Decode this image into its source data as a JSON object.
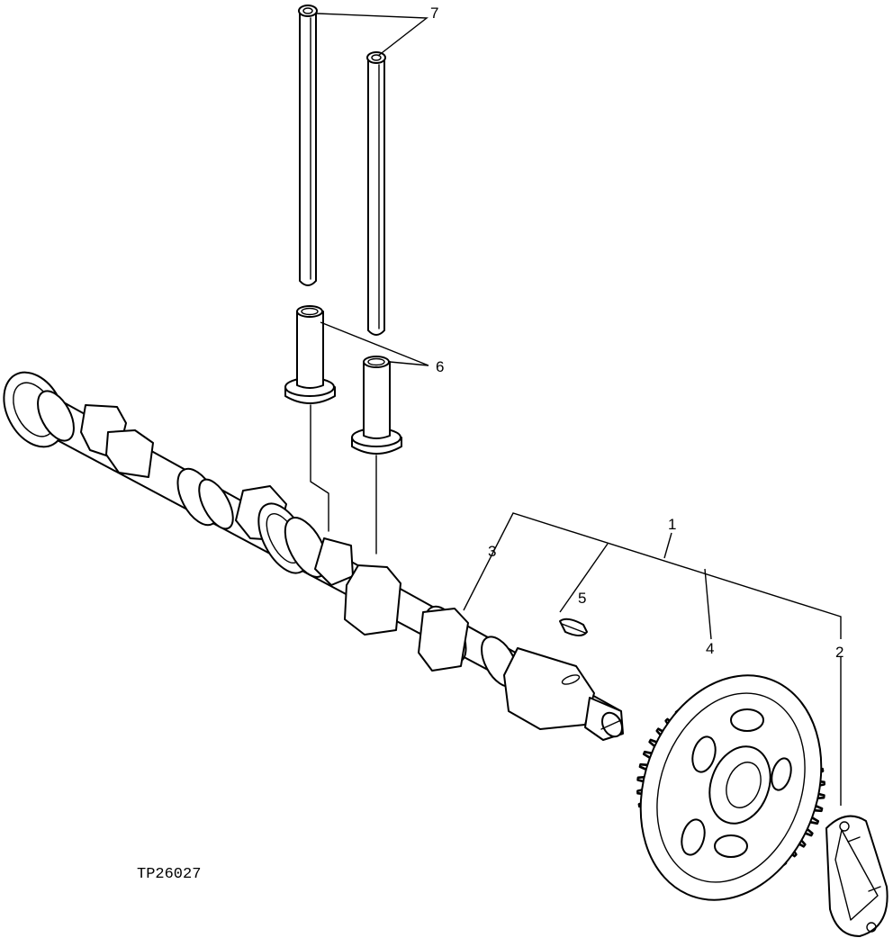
{
  "callouts": {
    "c1": "1",
    "c2": "2",
    "c3": "3",
    "c4": "4",
    "c5": "5",
    "c6": "6",
    "c7": "7"
  },
  "figure_id": "TP26027",
  "colors": {
    "ink": "#000000",
    "paper": "#ffffff"
  }
}
